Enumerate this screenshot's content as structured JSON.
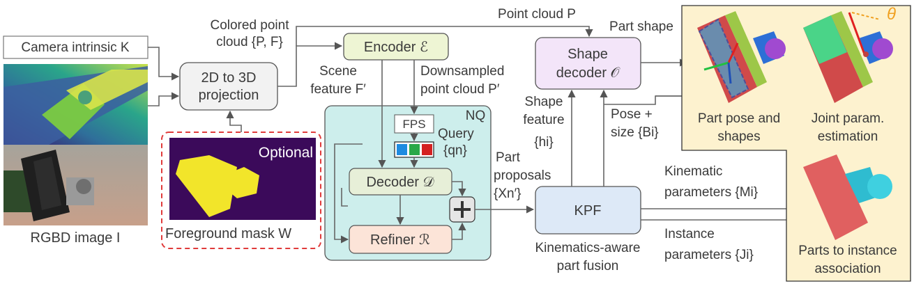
{
  "inputs": {
    "camera_intrinsic": "Camera intrinsic K",
    "rgbd_label": "RGBD image I",
    "foreground_label": "Foreground mask W",
    "optional_label": "Optional"
  },
  "blocks": {
    "projection": [
      "2D to 3D",
      "projection"
    ],
    "encoder": "Encoder ℰ",
    "fps": "FPS",
    "decoder": "Decoder 𝒟",
    "refiner": "Refiner ℛ",
    "kpf": "KPF",
    "shape_decoder": [
      "Shape",
      "decoder 𝒪"
    ],
    "nq": "NQ"
  },
  "labels": {
    "colored_point_cloud": [
      "Colored point",
      "cloud {P, F}"
    ],
    "point_cloud": "Point cloud P",
    "scene_feature": [
      "Scene",
      "feature F′"
    ],
    "downsampled": [
      "Downsampled",
      "point cloud P′"
    ],
    "query": [
      "Query",
      "{qn}"
    ],
    "part_proposals": [
      "Part",
      "proposals",
      "{Xn′}"
    ],
    "shape_feature": [
      "Shape",
      "feature",
      "{hi}"
    ],
    "pose_size": [
      "Pose +",
      "size {Bi}"
    ],
    "part_shape": "Part shape",
    "kpf_caption": [
      "Kinematics-aware",
      "part fusion"
    ],
    "kinematic": [
      "Kinematic",
      "parameters {Mi}"
    ],
    "instance": [
      "Instance",
      "parameters {Ji}"
    ]
  },
  "outputs": {
    "part_pose": [
      "Part pose and",
      "shapes"
    ],
    "joint_param": [
      "Joint param.",
      "estimation"
    ],
    "parts_instance": [
      "Parts to instance",
      "association"
    ],
    "theta": "θ"
  },
  "colors": {
    "encoder_fill": "#eef5d4",
    "shape_decoder_fill": "#f3e5f9",
    "kpf_fill": "#dde9f7",
    "refiner_fill": "#fce4d8",
    "decoder_fill": "#e7efd8",
    "teal_fill": "#cdeeec",
    "output_panel": "#fdf2cf",
    "mask_purple": "#3b0a5a",
    "mask_yellow": "#f2e52a",
    "dashed_red": "#e03b3b"
  }
}
